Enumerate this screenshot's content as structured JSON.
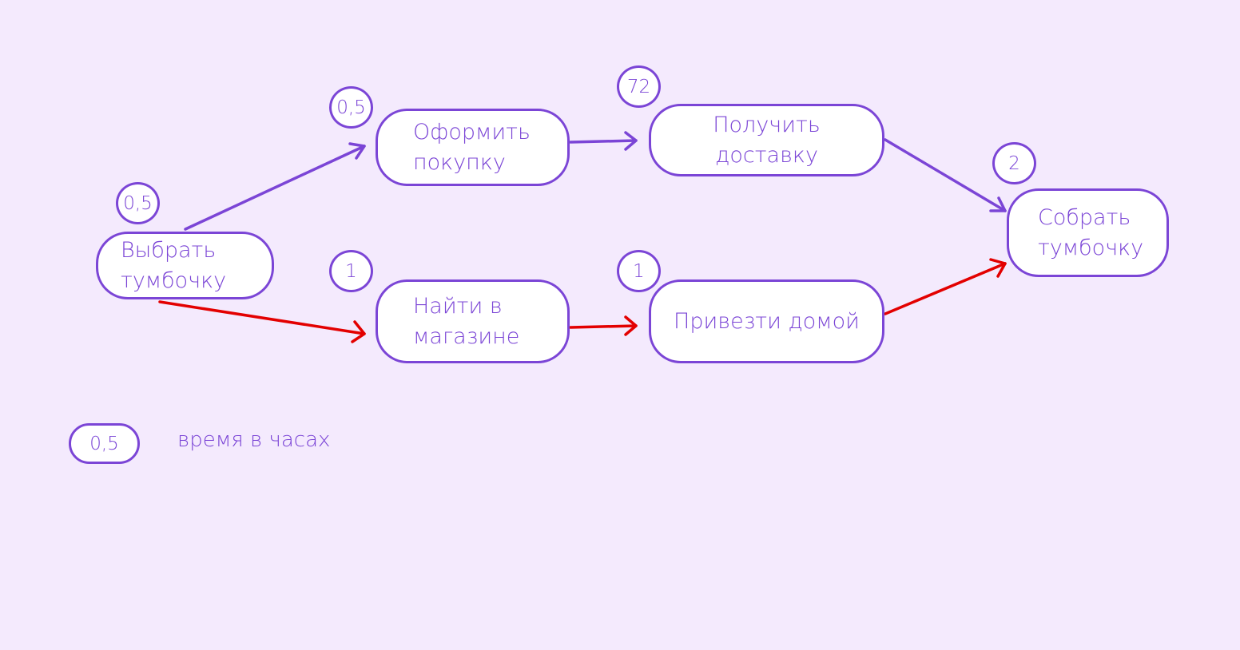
{
  "colors": {
    "background": "#f4eafd",
    "primary": "#7b45d6",
    "critical_path": "#e30000"
  },
  "nodes": {
    "choose": {
      "line1": "Выбрать",
      "line2": "тумбочку",
      "time": "0,5"
    },
    "order": {
      "line1": "Оформить",
      "line2": "покупку",
      "time": "0,5"
    },
    "receive": {
      "line1": "Получить",
      "line2": "доставку",
      "time": "72"
    },
    "find": {
      "line1": "Найти в",
      "line2": "магазине",
      "time": "1"
    },
    "bring": {
      "line1": "Привезти домой",
      "time": "1"
    },
    "assemble": {
      "line1": "Собрать",
      "line2": "тумбочку",
      "time": "2"
    }
  },
  "edges": [
    {
      "from": "choose",
      "to": "order",
      "color": "primary"
    },
    {
      "from": "order",
      "to": "receive",
      "color": "primary"
    },
    {
      "from": "receive",
      "to": "assemble",
      "color": "primary"
    },
    {
      "from": "choose",
      "to": "find",
      "color": "critical_path"
    },
    {
      "from": "find",
      "to": "bring",
      "color": "critical_path"
    },
    {
      "from": "bring",
      "to": "assemble",
      "color": "critical_path"
    }
  ],
  "legend": {
    "sample": "0,5",
    "label": "время в часах"
  }
}
